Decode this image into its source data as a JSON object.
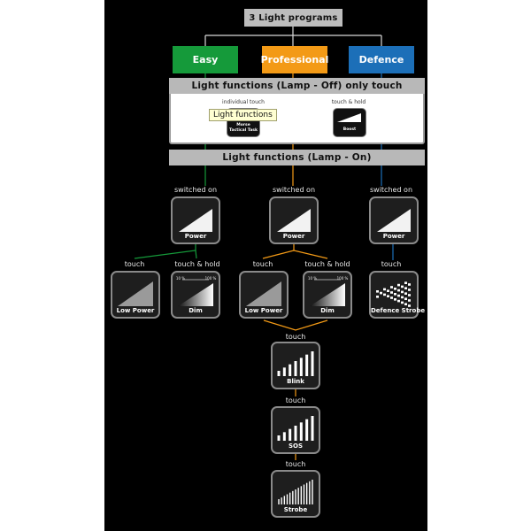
{
  "title": "3 Light programs",
  "programs": [
    {
      "label": "Easy",
      "color": "#159a3a"
    },
    {
      "label": "Professional",
      "color": "#f39a16"
    },
    {
      "label": "Defence",
      "color": "#1c6fb8"
    }
  ],
  "lamp_off": {
    "title": "Light functions (Lamp - Off) only touch",
    "individual_touch_label": "individual touch",
    "touch_hold_label": "touch & hold",
    "morse_caption_1": "Morse",
    "morse_caption_2": "Tactical Task",
    "boost_caption": "Boost",
    "tooltip": "Light functions"
  },
  "lamp_on": {
    "title": "Light functions (Lamp - On)"
  },
  "labels": {
    "switched_on": "switched on",
    "touch": "touch",
    "touch_hold": "touch & hold",
    "dim_low": "10 %",
    "dim_high": "100 %"
  },
  "tiles": {
    "power": "Power",
    "low_power": "Low Power",
    "dim": "Dim",
    "defence_strobe": "Defence Strobe",
    "blink": "Blink",
    "sos": "SOS",
    "strobe": "Strobe"
  },
  "colors": {
    "easy_line": "#159a3a",
    "professional_line": "#f39a16",
    "defence_line": "#1c6fb8",
    "neutral_line": "#d8d8d8"
  }
}
